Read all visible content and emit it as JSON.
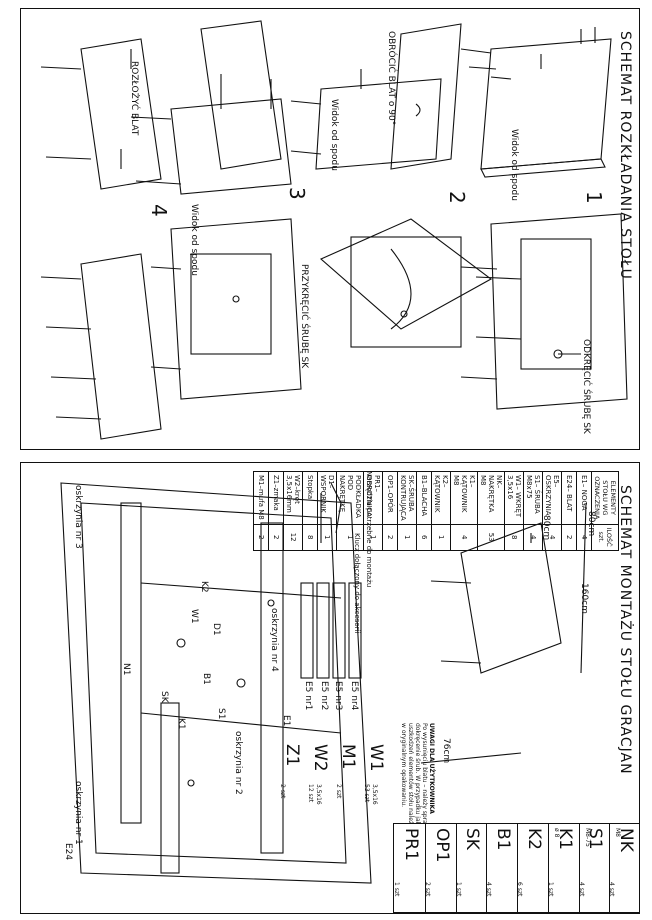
{
  "top_panel": {
    "title": "SCHEMAT ROZKŁADANIA STOŁU",
    "steps": [
      "1",
      "2",
      "3",
      "4"
    ],
    "labels": {
      "widok_od_spodu_1": "Widok od spodu",
      "widok_od_spodu_2": "Widok od spodu",
      "widok_od_spodu_3": "Widok od spodu",
      "odkrec_srube": "ODKRĘCIĆ ŚRUBĘ SK",
      "obrocic_blat": "OBRÓCIĆ BLAT o 90°",
      "rozlozyc_blat": "ROZŁOŻYĆ BLAT",
      "przykrecic_srube": "PRZYKRĘCIĆ ŚRUBĘ SK"
    }
  },
  "bottom_panel": {
    "title": "SCHEMAT MONTAŻU STOŁU GRACJAN",
    "table": {
      "header_name": "ELEMENTY STOŁU WG OZNACZENIA",
      "header_qty": "ILOŚĆ szt.",
      "rows": [
        {
          "name": "E1– NOGA",
          "qty": "4"
        },
        {
          "name": "E24– BLAT",
          "qty": "2"
        },
        {
          "name": "E5– OSKRZYNIA",
          "qty": "4"
        },
        {
          "name": "S1– ŚRUBA M8x75",
          "qty": "4"
        },
        {
          "name": "W1– WKRĘT 3,5x16",
          "qty": "8"
        },
        {
          "name": "NK– NAKRĘTKA M8",
          "qty": "53"
        },
        {
          "name": "K1–KĄTOWNIK M8",
          "qty": "4"
        },
        {
          "name": "K2–KĄTOWNIK",
          "qty": "1"
        },
        {
          "name": "B1–BLACHA",
          "qty": "6"
        },
        {
          "name": "SK–ŚRUBA KONTRUJĄCA",
          "qty": "1"
        },
        {
          "name": "OP1–OPÓR",
          "qty": "2"
        },
        {
          "name": "PR1–OBROTNICA",
          "qty": "1"
        },
        {
          "name": "PODKŁADKA POD NAKRĘTKĘ",
          "qty": "1"
        },
        {
          "name": "D1–WSPORNIK",
          "qty": "1"
        },
        {
          "name": "Stopka",
          "qty": "8"
        },
        {
          "name": "W2–kręt 3,5x16mm",
          "qty": "12"
        },
        {
          "name": "Z1–zmaka",
          "qty": "2"
        },
        {
          "name": "M1–mufa M8",
          "qty": "2"
        }
      ],
      "tools_note": "Narzędzia potrzebne do montażu",
      "wrench_note": "Klucz dołączony do akcesorii"
    },
    "dimensions": {
      "length": "160cm",
      "width": "80cm",
      "height": "76cm",
      "side": "80cm"
    },
    "oskrzynia": [
      "oskrzynia nr 1",
      "oskrzynia nr 2",
      "oskrzynia nr 3",
      "oskrzynia nr 4"
    ],
    "e5_labels": [
      "E5 nr1",
      "E5 nr2",
      "E5 nr3",
      "E5 nr4"
    ],
    "part_labels": [
      "E1",
      "S1",
      "B1",
      "SK",
      "K1",
      "K2",
      "W1",
      "D1",
      "N1",
      "E24"
    ],
    "notice_title": "UWAGI DLA UŻYTKOWNIKA",
    "notice_text": "Po wysunięciu blatu – należy sprawdzić dokręcenie śrub. W przypadku jakichkolwiek uszkodzeń elementów stołu należy zwrócić towar w oryginalnym opakowaniu.",
    "hardware": [
      {
        "code": "NK",
        "sub": "M8",
        "qty": "4 szt"
      },
      {
        "code": "S1",
        "sub": "M8-75",
        "qty": "4 szt"
      },
      {
        "code": "K1",
        "sub": "ø 8",
        "qty": "1 szt"
      },
      {
        "code": "K2",
        "sub": "",
        "qty": "6 szt"
      },
      {
        "code": "B1",
        "sub": "",
        "qty": "4 szt"
      },
      {
        "code": "SK",
        "sub": "",
        "qty": "1 szt"
      },
      {
        "code": "OP1",
        "sub": "",
        "qty": "2 szt"
      },
      {
        "code": "PR1",
        "sub": "",
        "qty": "1 szt"
      },
      {
        "code": "W1",
        "sub": "3,5x16",
        "qty": "53 szt"
      },
      {
        "code": "M1",
        "sub": "",
        "qty": "2 szt"
      },
      {
        "code": "W2",
        "sub": "3,5x16",
        "qty": "12 szt"
      },
      {
        "code": "Z1",
        "sub": "",
        "qty": "2 szt"
      }
    ]
  }
}
